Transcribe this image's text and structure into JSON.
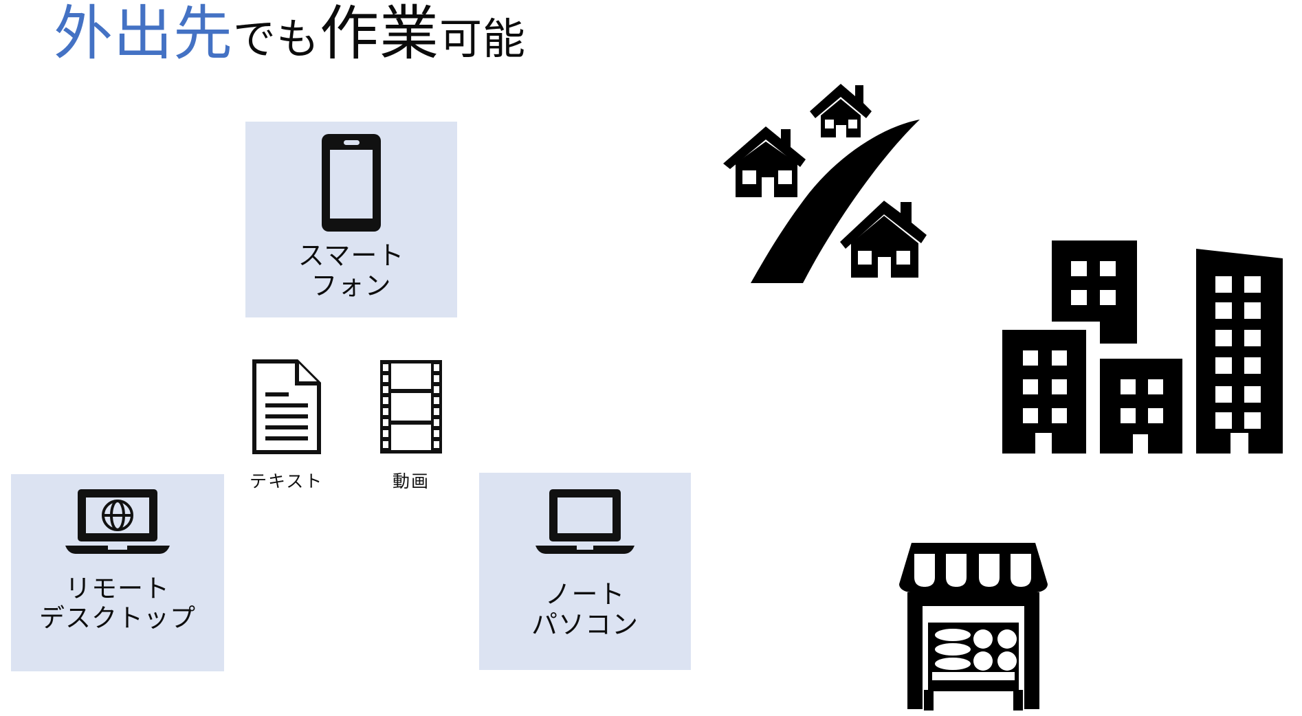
{
  "slide": {
    "background_color": "#ffffff",
    "accent_color": "#4472C4",
    "card_color": "#dce3f2",
    "icon_color": "#000000"
  },
  "title": {
    "full_text": "外出先でも作業可能",
    "segments": [
      {
        "text": "外出先",
        "style": "big-blue",
        "color": "#4472C4"
      },
      {
        "text": "でも",
        "style": "small-dark",
        "color": "#0b0b0b"
      },
      {
        "text": "作業",
        "style": "big-dark",
        "color": "#0b0b0b"
      },
      {
        "text": "可能",
        "style": "mid-dark",
        "color": "#0b0b0b"
      }
    ]
  },
  "device_cards": [
    {
      "id": "smartphone",
      "label": "スマート\nフォン",
      "label_line1": "スマート",
      "label_line2": "フォン",
      "icon": "smartphone-icon"
    },
    {
      "id": "remote-desktop",
      "label": "リモート\nデスクトップ",
      "label_line1": "リモート",
      "label_line2": "デスクトップ",
      "icon": "laptop-globe-icon"
    },
    {
      "id": "laptop",
      "label": "ノート\nパソコン",
      "label_line1": "ノート",
      "label_line2": "パソコン",
      "icon": "laptop-icon"
    }
  ],
  "content_types": [
    {
      "id": "text",
      "label": "テキスト",
      "icon": "document-icon"
    },
    {
      "id": "video",
      "label": "動画",
      "icon": "film-strip-icon"
    }
  ],
  "illustrations": [
    {
      "id": "houses",
      "name": "houses-with-road-illustration"
    },
    {
      "id": "city",
      "name": "city-buildings-illustration"
    },
    {
      "id": "shop",
      "name": "storefront-shop-illustration"
    }
  ]
}
